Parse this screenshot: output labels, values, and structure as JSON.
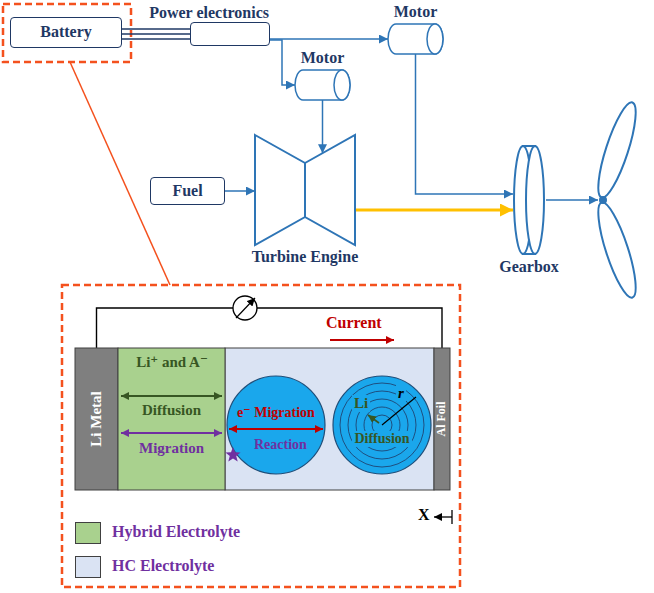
{
  "diagram": {
    "nodes": [
      {
        "text": [
          "Battery"
        ]
      },
      {
        "text": [
          "Power electronics"
        ]
      },
      {
        "text": [
          "Motor"
        ]
      },
      {
        "text": [
          "Motor"
        ]
      },
      {
        "text": [
          "Fuel"
        ]
      },
      {
        "text": [
          "Turbine Engine"
        ]
      },
      {
        "text": [
          "Gearbox"
        ]
      },
      {
        "text": [
          "Li Metal"
        ]
      },
      {
        "text": [
          "Li⁺ and A⁻",
          "Diffusion",
          "Migration"
        ]
      },
      {
        "text": [
          "e⁻ Migration",
          "Reaction"
        ]
      },
      {
        "text": [
          "Li",
          "r",
          "Diffusion"
        ]
      },
      {
        "text": [
          "Al Foil"
        ]
      }
    ],
    "edges": [
      {
        "from": 0,
        "to": 1,
        "arrow": "none"
      },
      {
        "from": 1,
        "to": 2,
        "arrow": "to"
      },
      {
        "from": 1,
        "to": 3,
        "arrow": "to"
      },
      {
        "from": 3,
        "to": 5,
        "arrow": "to"
      },
      {
        "from": 4,
        "to": 5,
        "arrow": "to"
      },
      {
        "from": 5,
        "to": 6,
        "arrow": "to"
      },
      {
        "from": 2,
        "to": 6,
        "arrow": "to"
      },
      {
        "from": 7,
        "to": 11,
        "arrow": "none"
      }
    ],
    "labels": [
      "Current",
      "X"
    ],
    "legend": [
      {
        "text": "Hybrid Electrolyte",
        "color": "#a9d18e"
      },
      {
        "text": "HC Electrolyte",
        "color": "#dae3f3"
      }
    ]
  }
}
